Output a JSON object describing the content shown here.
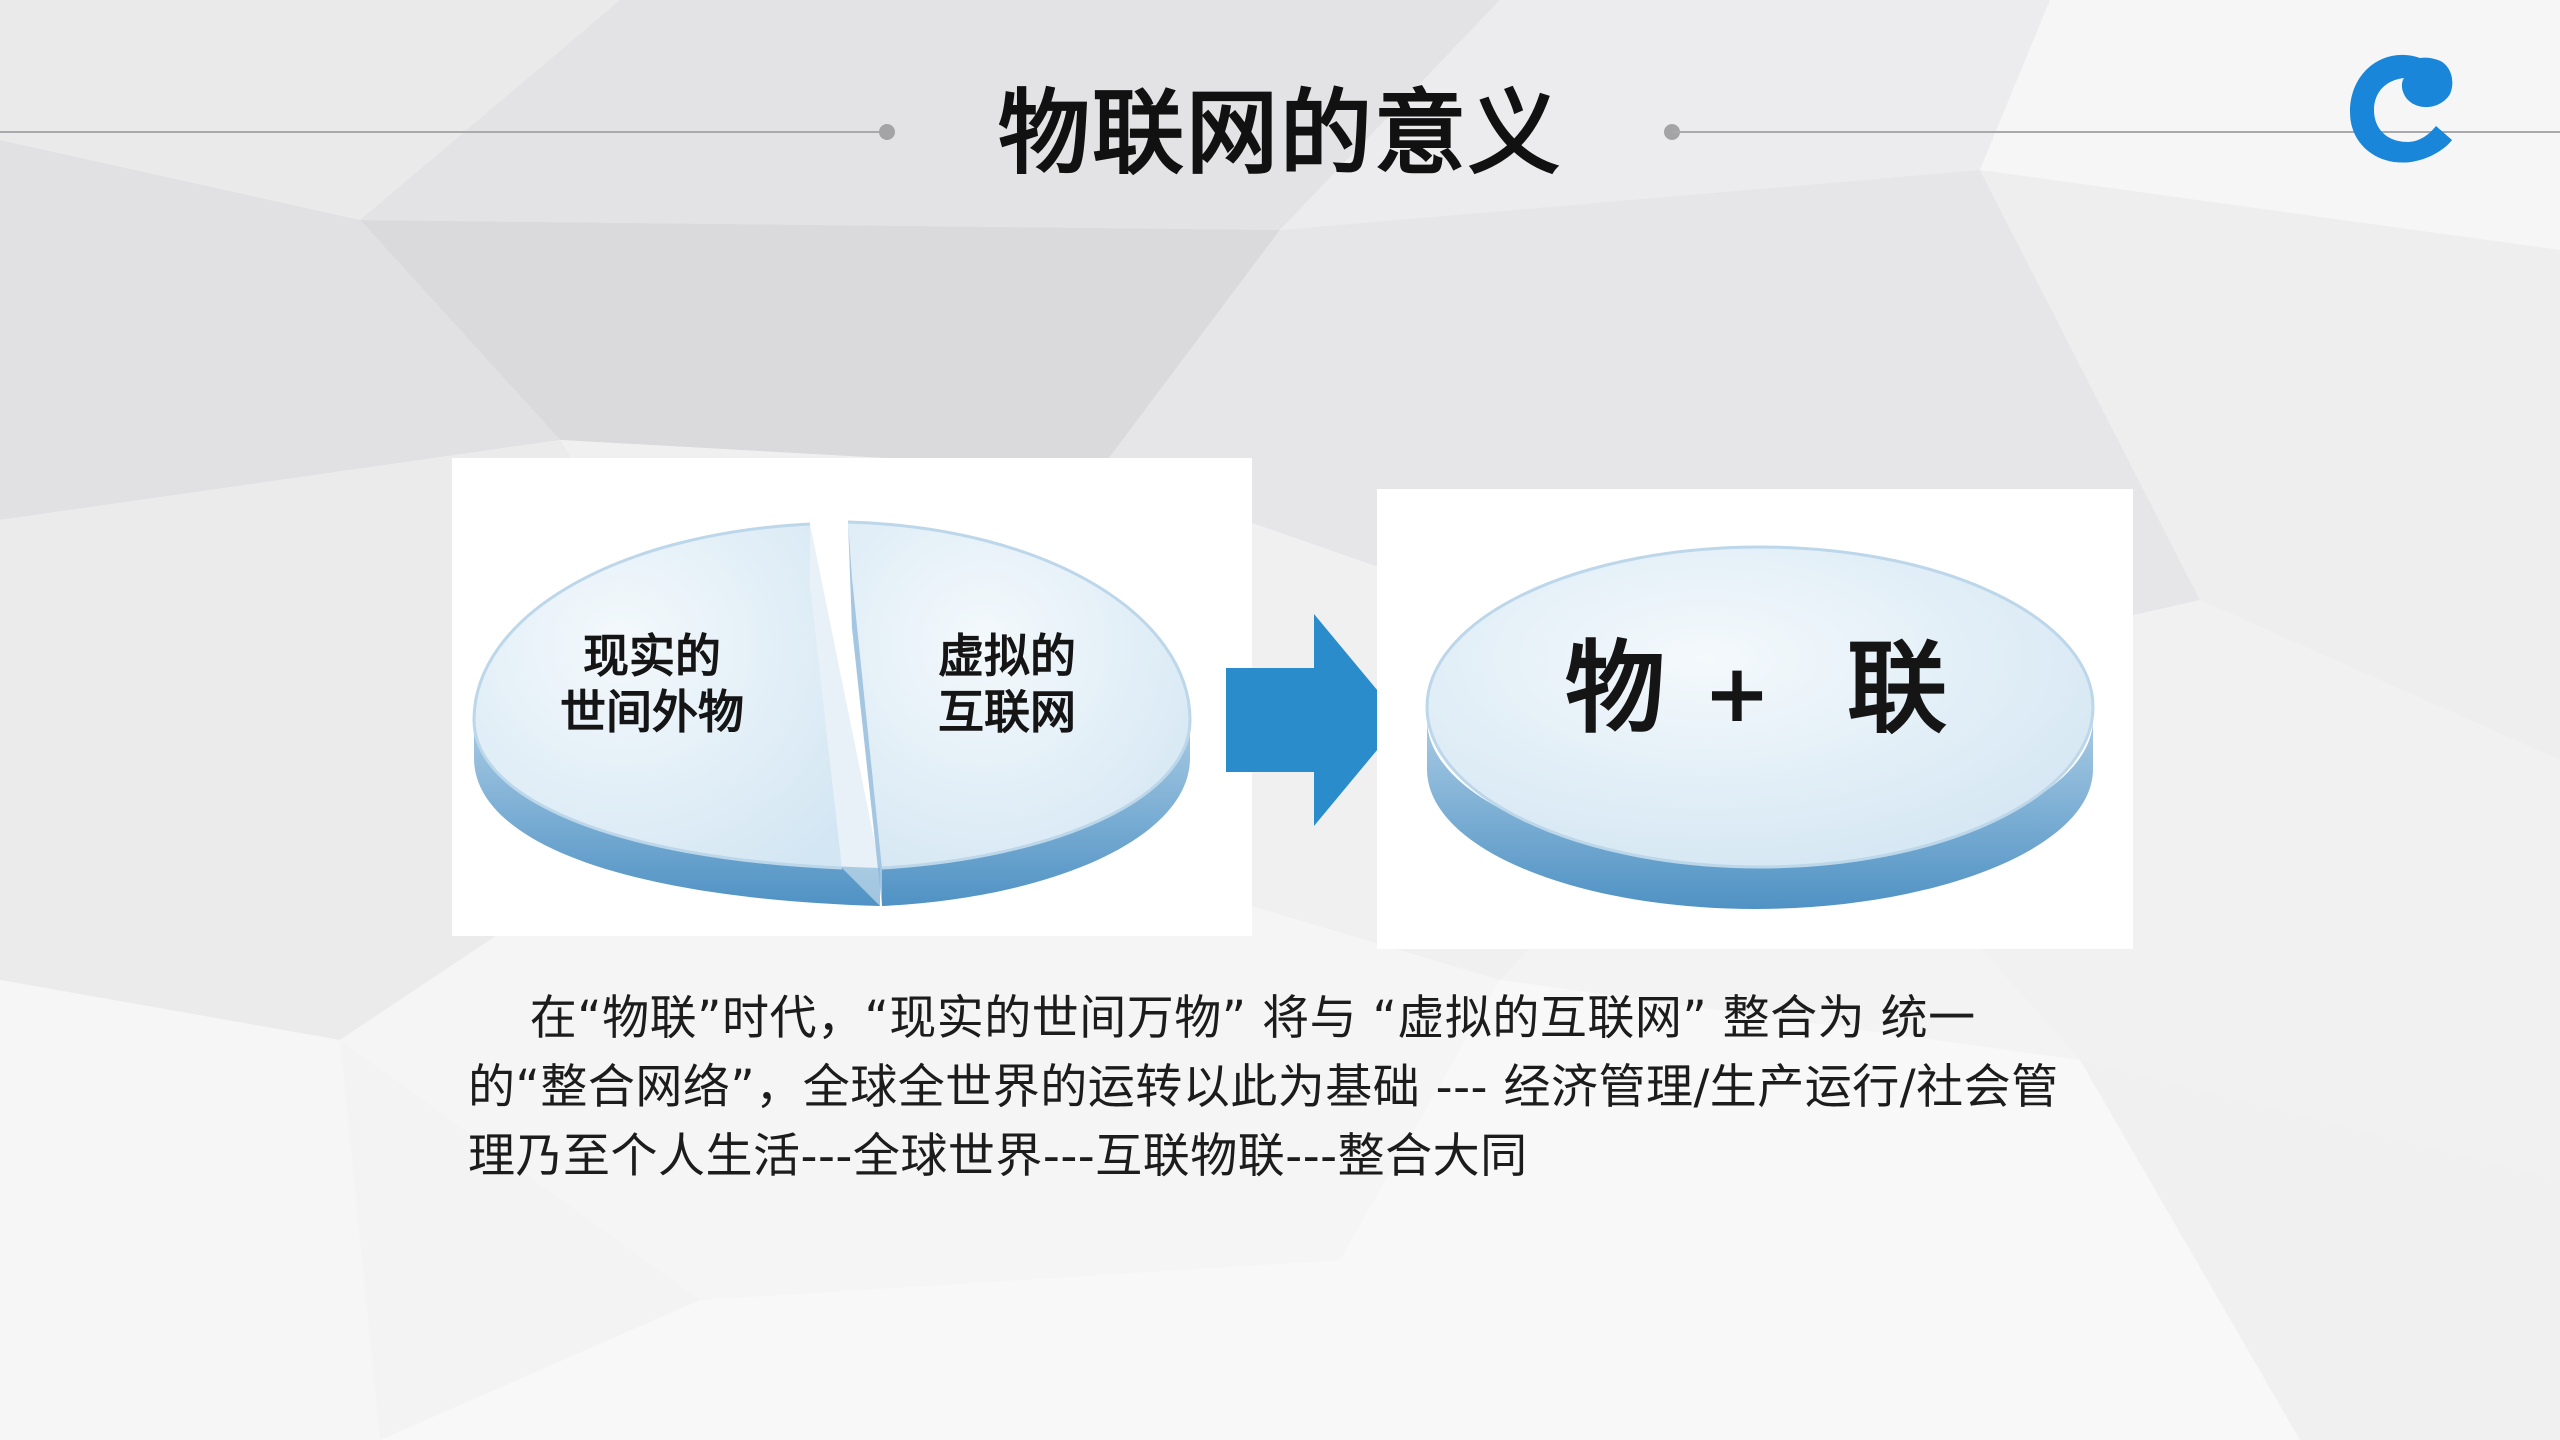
{
  "slide": {
    "title": "物联网的意义",
    "logo": {
      "icon": "c-logo-icon",
      "color": "#1a86d9"
    }
  },
  "diagram": {
    "split_disk": {
      "left_label": [
        "现实的",
        "世间外物"
      ],
      "right_label": [
        "虚拟的",
        "互联网"
      ]
    },
    "arrow": {
      "icon": "right-arrow-icon",
      "color": "#2b8ccc"
    },
    "merged_disk": {
      "left_char": "物",
      "plus": "+",
      "right_char": "联"
    },
    "disk_colors": {
      "top": "#e6f1f8",
      "side": "#5d9dca",
      "rim": "#c9dfef"
    }
  },
  "caption": {
    "lines": [
      "    在“物联”时代，“现实的世间万物” 将与 “虚拟的互联网” 整合为 统一",
      "的“整合网络”，全球全世界的运转以此为基础 --- 经济管理/生产运行/社会管",
      "理乃至个人生活---全球世界---互联物联---整合大同"
    ]
  }
}
